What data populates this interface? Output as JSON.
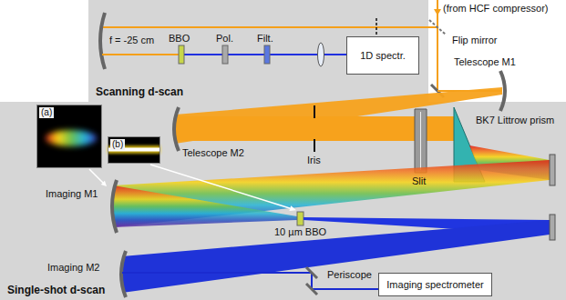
{
  "diagram": {
    "nodes": [
      {
        "text": [
          "Scanning d-scan"
        ]
      },
      {
        "text": [
          "1D spectr."
        ],
        "in": 0
      },
      {
        "text": [
          "Single-shot d-scan"
        ]
      },
      {
        "text": [
          "(a)"
        ],
        "in": 2
      },
      {
        "text": [
          "(b)"
        ],
        "in": 2
      },
      {
        "text": [
          "Imaging spectrometer"
        ],
        "in": 2
      }
    ],
    "labels": [
      "(from HCF compressor)",
      "Flip mirror",
      "Telescope M1",
      "f = -25 cm",
      "BBO",
      "Pol.",
      "Filt.",
      "Telescope M2",
      "Iris",
      "Slit",
      "BK7 Littrow prism",
      "Imaging M1",
      "10 µm BBO",
      "Imaging M2",
      "Periscope"
    ]
  }
}
